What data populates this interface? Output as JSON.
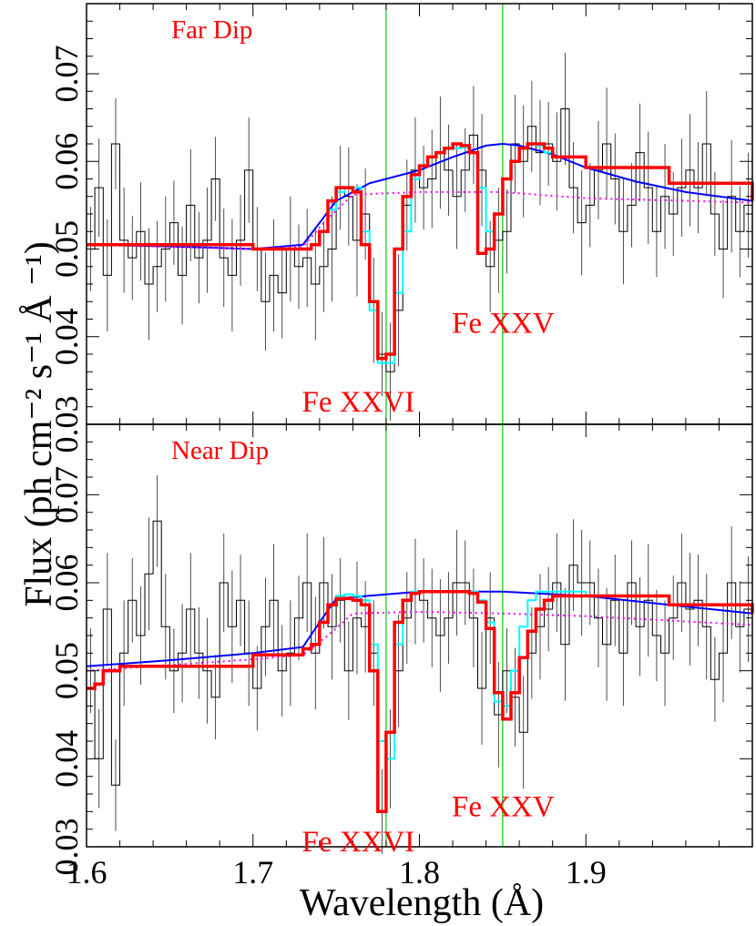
{
  "chart_data": [
    {
      "type": "line",
      "title": "Far Dip",
      "xlabel": "Wavelength (Å)",
      "ylabel": "Flux (ph cm⁻² s⁻¹ Å ⁻¹)",
      "xlim": [
        1.6,
        2.0
      ],
      "ylim": [
        0.03,
        0.078
      ],
      "xticks": [
        1.6,
        1.7,
        1.8,
        1.9
      ],
      "xtick_labels": [
        "1.6",
        "1.7",
        "1.8",
        "1.9"
      ],
      "yticks": [
        0.03,
        0.04,
        0.05,
        0.06,
        0.07
      ],
      "ytick_labels": [
        "0.03",
        "0.04",
        "0.05",
        "0.06",
        "0.07"
      ],
      "reference_lines_x": [
        1.78,
        1.85
      ],
      "annotations": [
        {
          "text": "Fe XXVI",
          "x": 1.765,
          "y": 0.0325
        },
        {
          "text": "Fe XXV",
          "x": 1.855,
          "y": 0.0415
        }
      ],
      "colors": {
        "data": "#000000",
        "continuum": "#0000ff",
        "model_red": "#ff0000",
        "model_cyan": "#00ffff",
        "dotted": "#ff00ff",
        "ref_line": "#00cc00"
      },
      "series": [
        {
          "style": "data-histogram",
          "color": "#000000",
          "x": [
            1.6,
            1.605,
            1.61,
            1.615,
            1.62,
            1.625,
            1.63,
            1.635,
            1.64,
            1.645,
            1.65,
            1.655,
            1.66,
            1.665,
            1.67,
            1.675,
            1.68,
            1.685,
            1.69,
            1.695,
            1.7,
            1.705,
            1.71,
            1.715,
            1.72,
            1.725,
            1.73,
            1.735,
            1.74,
            1.745,
            1.75,
            1.755,
            1.76,
            1.765,
            1.77,
            1.775,
            1.78,
            1.785,
            1.79,
            1.795,
            1.8,
            1.805,
            1.81,
            1.815,
            1.82,
            1.825,
            1.83,
            1.835,
            1.84,
            1.845,
            1.85,
            1.855,
            1.86,
            1.865,
            1.87,
            1.875,
            1.88,
            1.885,
            1.89,
            1.895,
            1.9,
            1.905,
            1.91,
            1.915,
            1.92,
            1.925,
            1.93,
            1.935,
            1.94,
            1.945,
            1.95,
            1.955,
            1.96,
            1.965,
            1.97,
            1.975,
            1.98,
            1.985,
            1.99,
            1.995
          ],
          "y": [
            0.05,
            0.057,
            0.047,
            0.062,
            0.051,
            0.049,
            0.052,
            0.046,
            0.048,
            0.05,
            0.053,
            0.047,
            0.055,
            0.049,
            0.051,
            0.058,
            0.049,
            0.047,
            0.051,
            0.059,
            0.05,
            0.044,
            0.047,
            0.045,
            0.05,
            0.048,
            0.049,
            0.046,
            0.048,
            0.05,
            0.057,
            0.056,
            0.051,
            0.054,
            0.043,
            0.038,
            0.036,
            0.043,
            0.055,
            0.059,
            0.057,
            0.058,
            0.061,
            0.059,
            0.056,
            0.059,
            0.063,
            0.059,
            0.048,
            0.051,
            0.052,
            0.062,
            0.06,
            0.064,
            0.061,
            0.062,
            0.06,
            0.066,
            0.057,
            0.053,
            0.055,
            0.059,
            0.062,
            0.058,
            0.052,
            0.055,
            0.061,
            0.057,
            0.052,
            0.056,
            0.054,
            0.057,
            0.059,
            0.057,
            0.062,
            0.054,
            0.05,
            0.056,
            0.052,
            0.055
          ]
        },
        {
          "style": "continuum",
          "color": "#0000ff",
          "x": [
            1.6,
            1.65,
            1.7,
            1.73,
            1.75,
            1.77,
            1.8,
            1.82,
            1.84,
            1.85,
            1.86,
            1.88,
            1.9,
            1.93,
            1.96,
            2.0
          ],
          "y": [
            0.0505,
            0.0503,
            0.05,
            0.0505,
            0.0555,
            0.0575,
            0.059,
            0.0605,
            0.0618,
            0.062,
            0.0618,
            0.0608,
            0.0593,
            0.0577,
            0.0565,
            0.0555
          ]
        },
        {
          "style": "dotted",
          "color": "#ff00ff",
          "x": [
            1.6,
            1.7,
            1.73,
            1.745,
            1.76,
            1.8,
            1.85,
            1.9,
            2.0
          ],
          "y": [
            0.0505,
            0.05,
            0.0503,
            0.0535,
            0.0562,
            0.0565,
            0.0565,
            0.0558,
            0.0553
          ]
        },
        {
          "style": "model-cyan",
          "color": "#00ffff",
          "x": [
            1.6,
            1.7,
            1.735,
            1.74,
            1.745,
            1.75,
            1.755,
            1.76,
            1.765,
            1.77,
            1.775,
            1.78,
            1.785,
            1.79,
            1.795,
            1.8,
            1.805,
            1.81,
            1.815,
            1.82,
            1.825,
            1.83,
            1.835,
            1.84,
            1.845,
            1.85,
            1.855,
            1.86,
            1.865,
            1.87,
            1.875,
            1.88,
            1.9,
            1.95,
            2.0
          ],
          "y": [
            0.0505,
            0.05,
            0.0505,
            0.052,
            0.0545,
            0.0565,
            0.057,
            0.057,
            0.052,
            0.043,
            0.037,
            0.037,
            0.045,
            0.052,
            0.058,
            0.0595,
            0.0605,
            0.061,
            0.0615,
            0.0615,
            0.0616,
            0.061,
            0.057,
            0.052,
            0.054,
            0.058,
            0.06,
            0.0615,
            0.062,
            0.0618,
            0.061,
            0.0605,
            0.0593,
            0.0575,
            0.0555
          ]
        },
        {
          "style": "model-red",
          "color": "#ff0000",
          "x": [
            1.6,
            1.7,
            1.735,
            1.74,
            1.745,
            1.75,
            1.755,
            1.76,
            1.765,
            1.77,
            1.775,
            1.78,
            1.785,
            1.79,
            1.795,
            1.8,
            1.805,
            1.81,
            1.815,
            1.82,
            1.825,
            1.83,
            1.835,
            1.84,
            1.845,
            1.85,
            1.855,
            1.86,
            1.865,
            1.87,
            1.875,
            1.88,
            1.9,
            1.95,
            2.0
          ],
          "y": [
            0.0505,
            0.05,
            0.0505,
            0.052,
            0.0555,
            0.057,
            0.057,
            0.0565,
            0.0505,
            0.044,
            0.0375,
            0.038,
            0.05,
            0.056,
            0.0585,
            0.0595,
            0.0605,
            0.061,
            0.0615,
            0.062,
            0.0618,
            0.061,
            0.0495,
            0.05,
            0.054,
            0.058,
            0.06,
            0.0615,
            0.062,
            0.062,
            0.0615,
            0.0605,
            0.0593,
            0.0575,
            0.0555
          ]
        }
      ]
    },
    {
      "type": "line",
      "title": "Near Dip",
      "xlabel": "Wavelength (Å)",
      "ylabel": "Flux (ph cm⁻² s⁻¹ Å ⁻¹)",
      "xlim": [
        1.6,
        2.0
      ],
      "ylim": [
        0.03,
        0.078
      ],
      "xticks": [
        1.6,
        1.7,
        1.8,
        1.9
      ],
      "xtick_labels": [
        "1.6",
        "1.7",
        "1.8",
        "1.9"
      ],
      "yticks": [
        0.03,
        0.04,
        0.05,
        0.06,
        0.07
      ],
      "ytick_labels": [
        "0.03",
        "0.04",
        "0.05",
        "0.06",
        "0.07"
      ],
      "reference_lines_x": [
        1.78,
        1.85
      ],
      "annotations": [
        {
          "text": "Fe XXVI",
          "x": 1.765,
          "y": 0.0305
        },
        {
          "text": "Fe XXV",
          "x": 1.855,
          "y": 0.0345
        }
      ],
      "colors": {
        "data": "#000000",
        "continuum": "#0000ff",
        "model_red": "#ff0000",
        "model_cyan": "#00ffff",
        "dotted": "#ff00ff",
        "ref_line": "#00cc00"
      },
      "series": [
        {
          "style": "data-histogram",
          "color": "#000000",
          "x": [
            1.6,
            1.605,
            1.61,
            1.615,
            1.62,
            1.625,
            1.63,
            1.635,
            1.64,
            1.645,
            1.65,
            1.655,
            1.66,
            1.665,
            1.67,
            1.675,
            1.68,
            1.685,
            1.69,
            1.695,
            1.7,
            1.705,
            1.71,
            1.715,
            1.72,
            1.725,
            1.73,
            1.735,
            1.74,
            1.745,
            1.75,
            1.755,
            1.76,
            1.765,
            1.77,
            1.775,
            1.78,
            1.785,
            1.79,
            1.795,
            1.8,
            1.805,
            1.81,
            1.815,
            1.82,
            1.825,
            1.83,
            1.835,
            1.84,
            1.845,
            1.85,
            1.855,
            1.86,
            1.865,
            1.87,
            1.875,
            1.88,
            1.885,
            1.89,
            1.895,
            1.9,
            1.905,
            1.91,
            1.915,
            1.92,
            1.925,
            1.93,
            1.935,
            1.94,
            1.945,
            1.95,
            1.955,
            1.96,
            1.965,
            1.97,
            1.975,
            1.98,
            1.985,
            1.99,
            1.995
          ],
          "y": [
            0.05,
            0.04,
            0.057,
            0.037,
            0.052,
            0.058,
            0.054,
            0.061,
            0.067,
            0.055,
            0.05,
            0.052,
            0.057,
            0.052,
            0.05,
            0.047,
            0.06,
            0.055,
            0.058,
            0.052,
            0.048,
            0.055,
            0.058,
            0.05,
            0.052,
            0.056,
            0.06,
            0.052,
            0.06,
            0.055,
            0.058,
            0.05,
            0.056,
            0.055,
            0.052,
            0.034,
            0.04,
            0.05,
            0.056,
            0.059,
            0.058,
            0.056,
            0.054,
            0.056,
            0.06,
            0.06,
            0.056,
            0.048,
            0.056,
            0.045,
            0.05,
            0.047,
            0.043,
            0.052,
            0.055,
            0.057,
            0.06,
            0.053,
            0.062,
            0.06,
            0.06,
            0.056,
            0.053,
            0.058,
            0.052,
            0.06,
            0.055,
            0.058,
            0.054,
            0.052,
            0.056,
            0.06,
            0.057,
            0.058,
            0.055,
            0.049,
            0.052,
            0.06,
            0.055,
            0.057
          ]
        },
        {
          "style": "continuum",
          "color": "#0000ff",
          "x": [
            1.6,
            1.65,
            1.7,
            1.73,
            1.74,
            1.75,
            1.8,
            1.85,
            1.9,
            1.95,
            2.0
          ],
          "y": [
            0.0505,
            0.0512,
            0.052,
            0.0527,
            0.0555,
            0.0582,
            0.059,
            0.059,
            0.0585,
            0.0575,
            0.0565
          ]
        },
        {
          "style": "dotted",
          "color": "#ff00ff",
          "x": [
            1.6,
            1.7,
            1.73,
            1.745,
            1.76,
            1.8,
            1.85,
            1.9,
            2.0
          ],
          "y": [
            0.05,
            0.0513,
            0.0518,
            0.054,
            0.0565,
            0.0567,
            0.0565,
            0.0562,
            0.0552
          ]
        },
        {
          "style": "model-cyan",
          "color": "#00ffff",
          "x": [
            1.6,
            1.605,
            1.61,
            1.62,
            1.7,
            1.73,
            1.735,
            1.74,
            1.745,
            1.75,
            1.755,
            1.76,
            1.765,
            1.77,
            1.775,
            1.78,
            1.785,
            1.79,
            1.795,
            1.8,
            1.81,
            1.82,
            1.83,
            1.835,
            1.84,
            1.845,
            1.85,
            1.855,
            1.86,
            1.865,
            1.87,
            1.875,
            1.88,
            1.9,
            1.95,
            2.0
          ],
          "y": [
            0.048,
            0.0485,
            0.05,
            0.0505,
            0.0518,
            0.0525,
            0.053,
            0.0555,
            0.0575,
            0.0585,
            0.0587,
            0.0585,
            0.058,
            0.053,
            0.042,
            0.04,
            0.053,
            0.058,
            0.059,
            0.059,
            0.059,
            0.059,
            0.059,
            0.058,
            0.0555,
            0.0465,
            0.046,
            0.05,
            0.055,
            0.058,
            0.059,
            0.059,
            0.059,
            0.0585,
            0.0575,
            0.0565
          ]
        },
        {
          "style": "model-red",
          "color": "#ff0000",
          "x": [
            1.6,
            1.605,
            1.61,
            1.62,
            1.7,
            1.73,
            1.735,
            1.74,
            1.745,
            1.75,
            1.755,
            1.76,
            1.765,
            1.77,
            1.775,
            1.78,
            1.785,
            1.79,
            1.795,
            1.8,
            1.81,
            1.82,
            1.83,
            1.835,
            1.84,
            1.845,
            1.85,
            1.855,
            1.86,
            1.865,
            1.87,
            1.875,
            1.88,
            1.9,
            1.95,
            2.0
          ],
          "y": [
            0.048,
            0.0485,
            0.05,
            0.0505,
            0.0518,
            0.0525,
            0.053,
            0.0555,
            0.0575,
            0.0582,
            0.0582,
            0.058,
            0.0575,
            0.05,
            0.034,
            0.043,
            0.0555,
            0.058,
            0.0588,
            0.059,
            0.059,
            0.059,
            0.0588,
            0.0578,
            0.0548,
            0.0475,
            0.0445,
            0.0475,
            0.0515,
            0.0545,
            0.057,
            0.058,
            0.0585,
            0.0585,
            0.0575,
            0.0565
          ]
        }
      ]
    }
  ]
}
